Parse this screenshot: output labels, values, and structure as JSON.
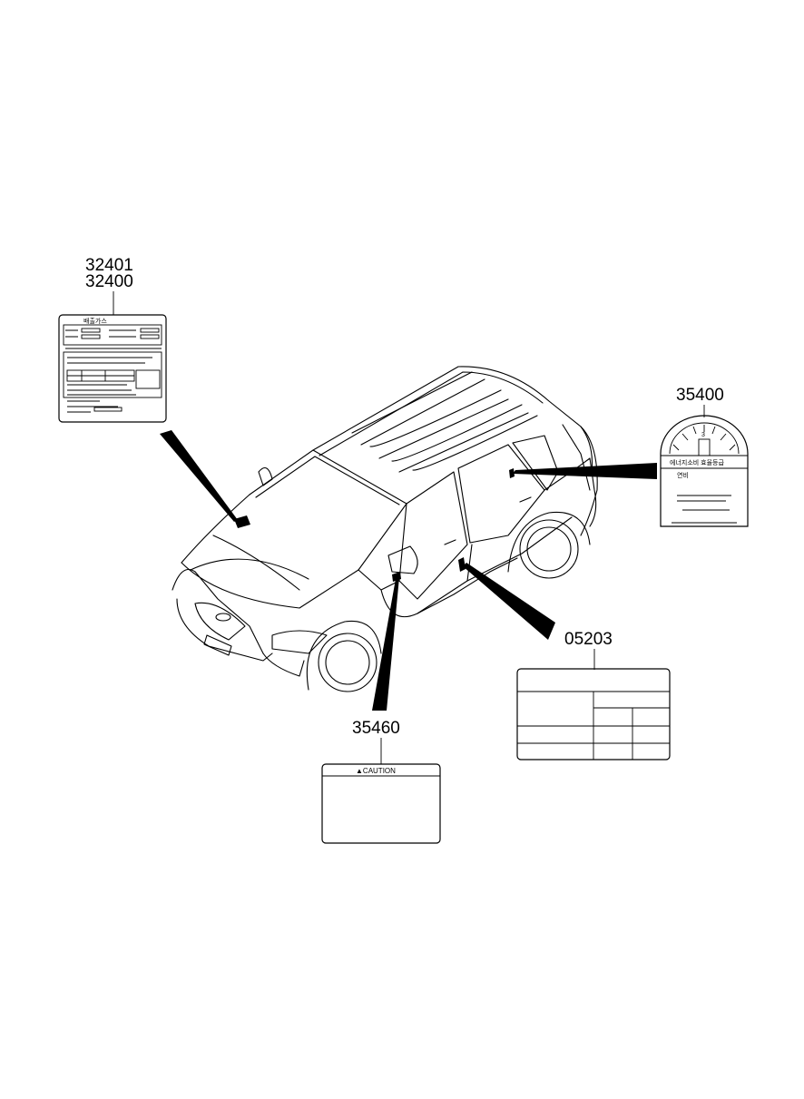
{
  "parts": [
    {
      "id": "label-emission",
      "numbers": [
        "32401",
        "32400"
      ]
    },
    {
      "id": "label-fuel-economy",
      "numbers": [
        "35400"
      ]
    },
    {
      "id": "label-tire-pressure",
      "numbers": [
        "05203"
      ]
    },
    {
      "id": "label-airbag-caution",
      "numbers": [
        "35460"
      ]
    }
  ],
  "caution_text": "▲CAUTION",
  "fuel_label_heading": "에너지소비 효율등급",
  "fuel_label_grade": "3",
  "fuel_label_line": "연비",
  "emission_label_title": "배출가스"
}
